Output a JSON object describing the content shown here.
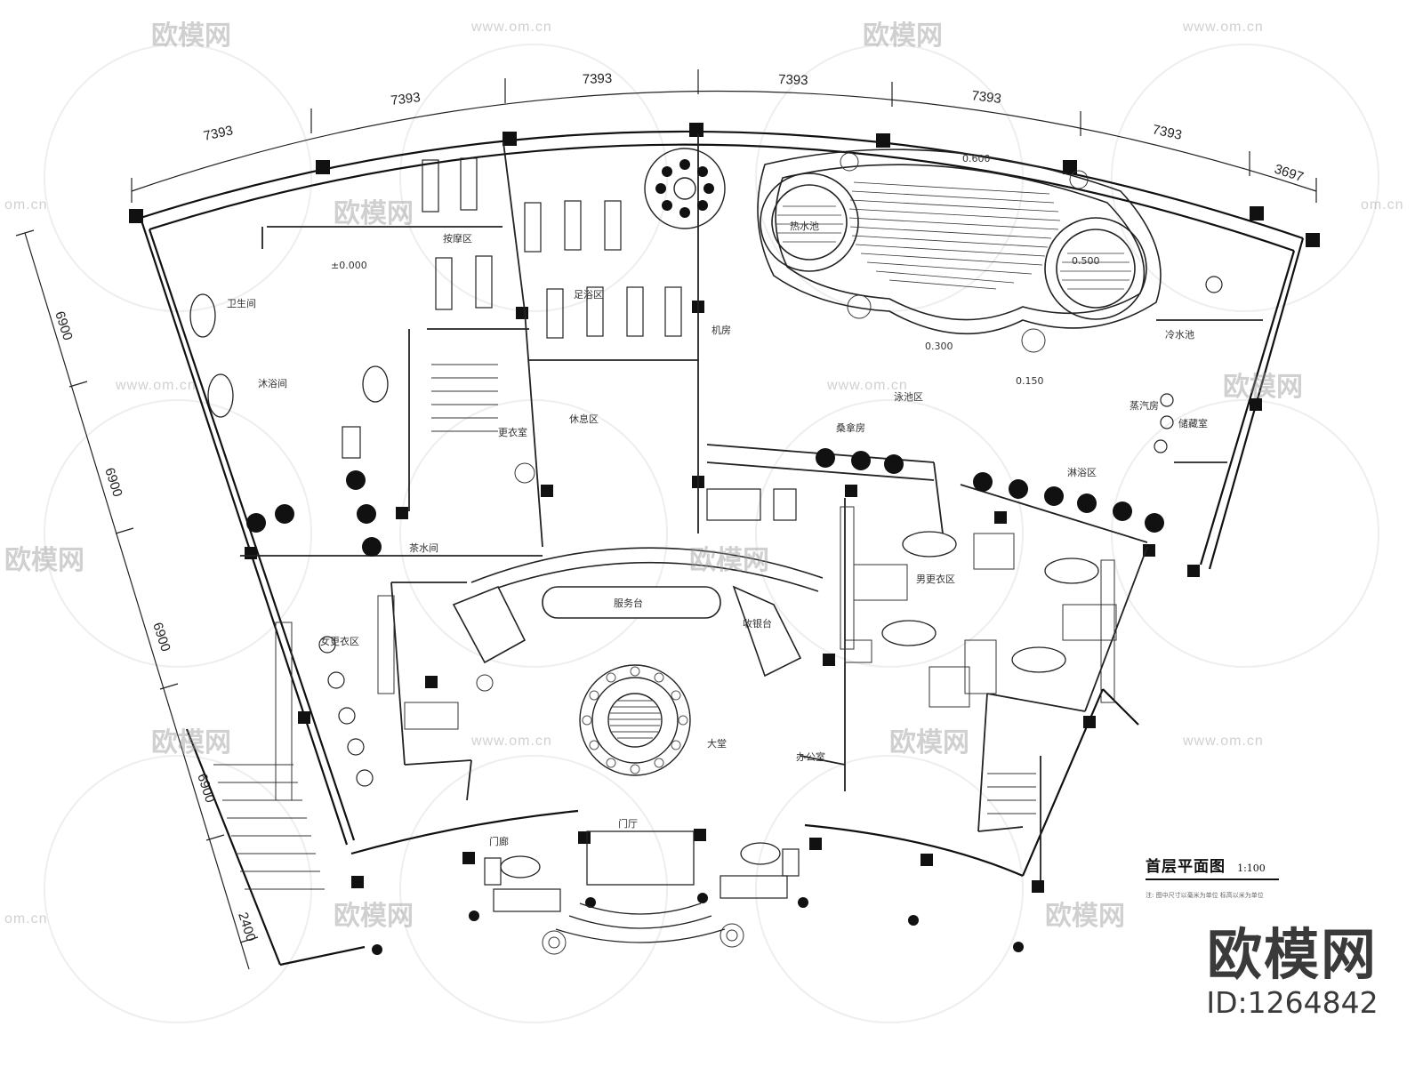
{
  "plan": {
    "title": "首层平面图",
    "scale": "1:100",
    "note": "注: 图中尺寸以毫米为单位 标高以米为单位"
  },
  "dimensions": {
    "top": [
      "7393",
      "7393",
      "7393",
      "7393",
      "7393",
      "7393",
      "3697"
    ],
    "left": [
      "6900",
      "6900",
      "6900",
      "6900",
      "2400"
    ]
  },
  "rooms": [
    {
      "label": "门厅",
      "key": "r_menting"
    },
    {
      "label": "大堂",
      "key": "r_datang"
    },
    {
      "label": "足浴区",
      "key": "r_zuyu"
    },
    {
      "label": "按摩区",
      "key": "r_anmo"
    },
    {
      "label": "淋浴区",
      "key": "r_linyu"
    },
    {
      "label": "男更衣区",
      "key": "r_nangengyi"
    },
    {
      "label": "女更衣区",
      "key": "r_nvgengyi"
    },
    {
      "label": "休息区",
      "key": "r_xiuxi"
    },
    {
      "label": "泳池区",
      "key": "r_yongchi"
    },
    {
      "label": "蒸汽房",
      "key": "r_zhengqi"
    },
    {
      "label": "桑拿房",
      "key": "r_sangna"
    },
    {
      "label": "卫生间",
      "key": "r_weishengjian"
    },
    {
      "label": "服务台",
      "key": "r_fuwutai"
    },
    {
      "label": "收银台",
      "key": "r_shouyin"
    },
    {
      "label": "机房",
      "key": "r_jifang"
    },
    {
      "label": "办公室",
      "key": "r_bangong"
    },
    {
      "label": "更衣室",
      "key": "r_gengyishi"
    },
    {
      "label": "沐浴间",
      "key": "r_muyu"
    },
    {
      "label": "茶水间",
      "key": "r_chashui"
    },
    {
      "label": "储藏室",
      "key": "r_chucang"
    },
    {
      "label": "门廊",
      "key": "r_menlang"
    },
    {
      "label": "冷水池",
      "key": "r_lengshui"
    },
    {
      "label": "热水池",
      "key": "r_reshui"
    }
  ],
  "levels": [
    "±0.000",
    "0.150",
    "0.300",
    "0.500",
    "0.600"
  ],
  "branding": {
    "logo_text": "欧模网",
    "id_text": "ID:1264842"
  },
  "watermarks": {
    "logo": "欧模网",
    "url": "www.om.cn",
    "url_short": "om.cn"
  }
}
